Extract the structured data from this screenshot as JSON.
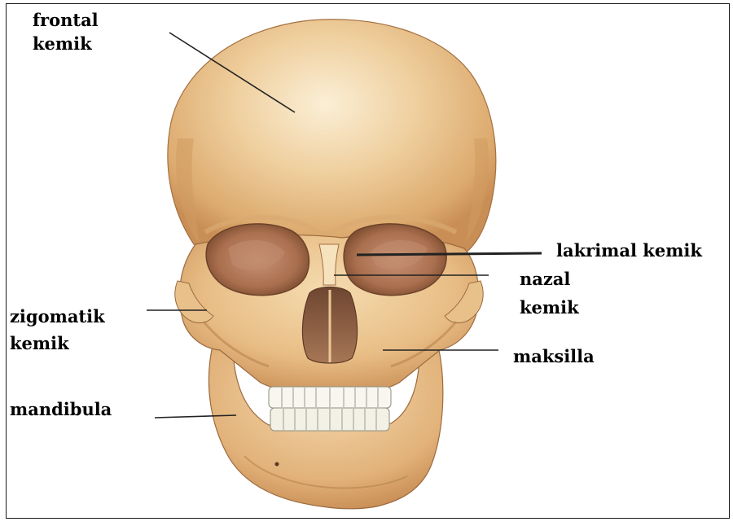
{
  "labels": {
    "frontal": {
      "line1": "frontal",
      "line2": "kemik"
    },
    "lakrimal": {
      "text": "lakrimal kemik"
    },
    "nazal": {
      "line1": "nazal",
      "line2": "kemik"
    },
    "zigomatik": {
      "line1": "zigomatik",
      "line2": "kemik"
    },
    "maksilla": {
      "text": "maksilla"
    },
    "mandibula": {
      "text": "mandibula"
    }
  },
  "colors": {
    "bone": "#ecc58f",
    "bone_light": "#f8e6c3",
    "bone_shadow": "#c98e55",
    "socket": "#b27c5a",
    "socket_dark": "#8a5838",
    "teeth": "#f8f6ee",
    "leader_line": "#222222",
    "frame": "#1a1a1a"
  }
}
